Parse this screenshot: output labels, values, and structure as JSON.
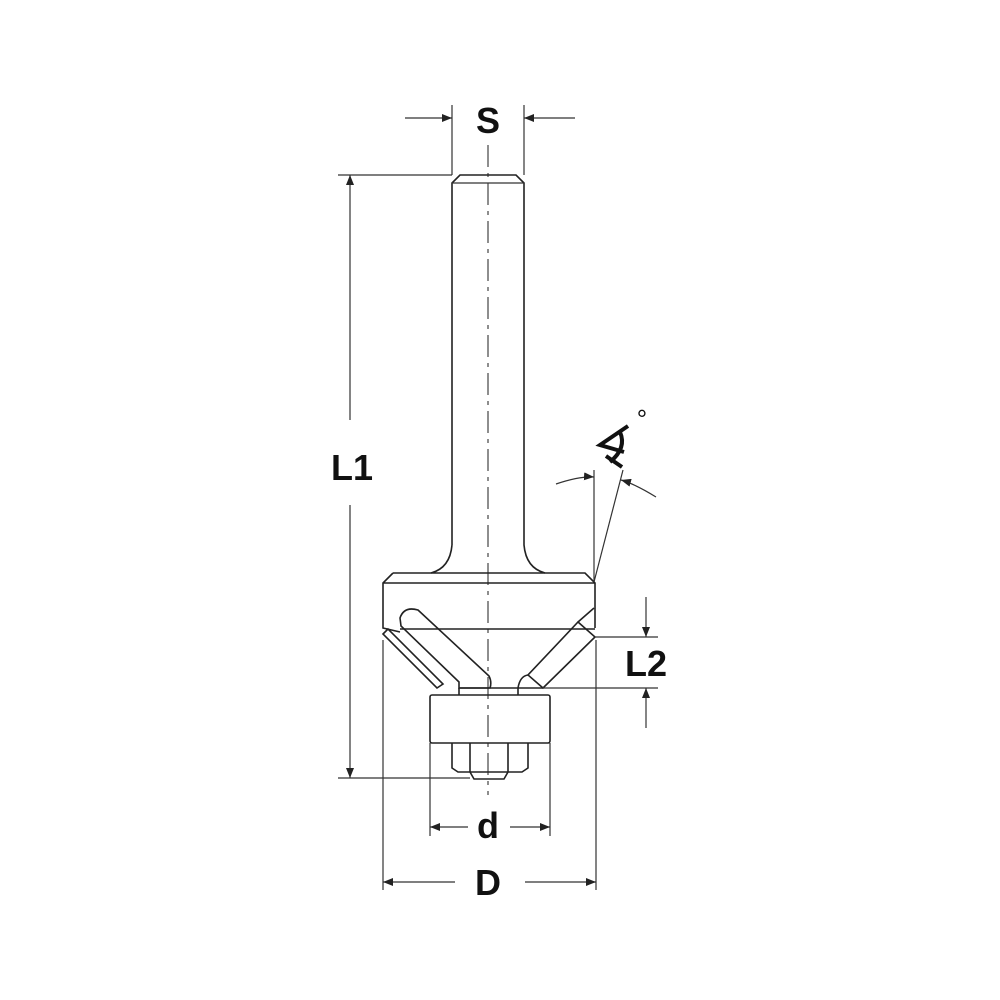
{
  "labels": {
    "shank": "S",
    "length_total": "L1",
    "length_cut": "L2",
    "bearing_diameter": "d",
    "cut_diameter": "D",
    "angle_symbol": "∢",
    "degree": "°"
  },
  "colors": {
    "line": "#222222",
    "insert": "#808080"
  }
}
